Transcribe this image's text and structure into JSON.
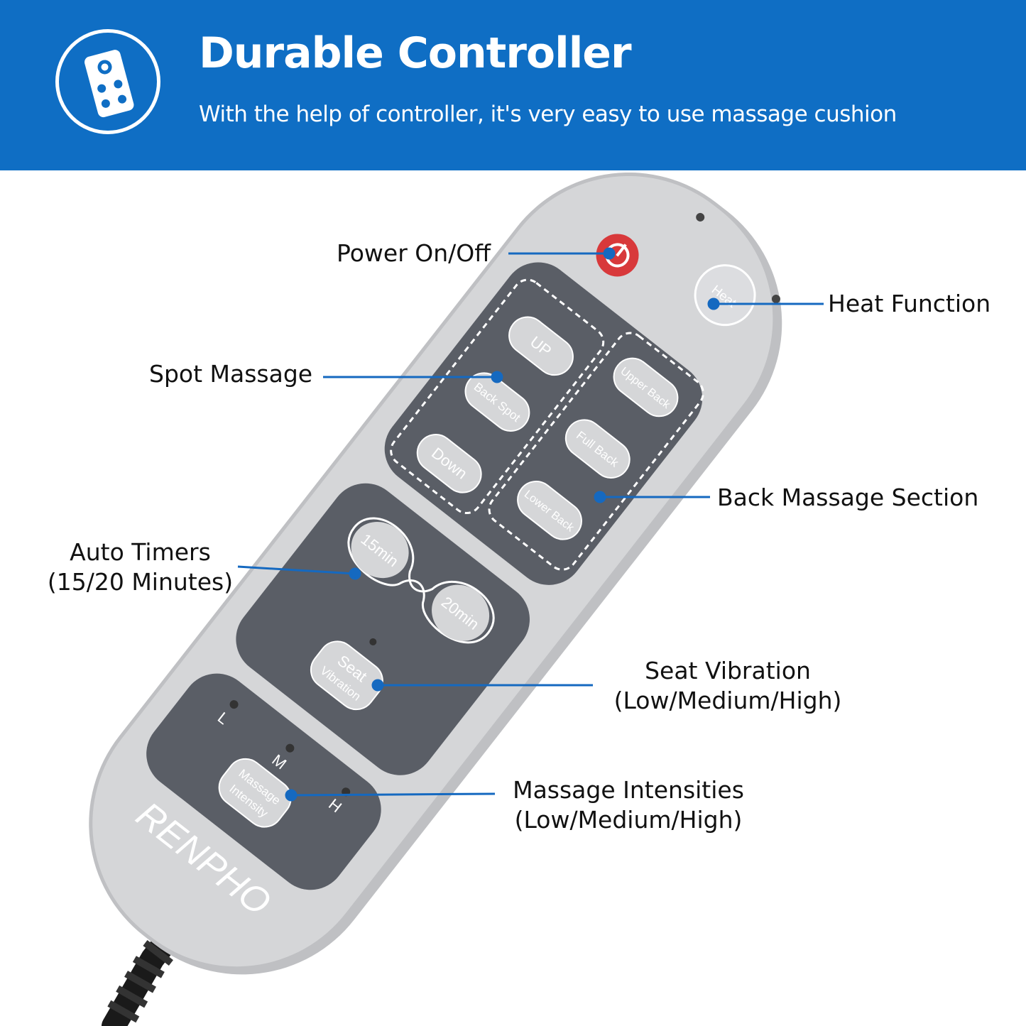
{
  "header": {
    "title": "Durable Controller",
    "subtitle": "With the help of controller, it's very easy to use massage cushion",
    "icon": "remote-control-icon",
    "background_color": "#0f6ec4"
  },
  "controller": {
    "brand": "RENPHO",
    "buttons": {
      "heat": "Heat",
      "up": "UP",
      "back_spot": "Back Spot",
      "down": "Down",
      "upper_back": "Upper Back",
      "full_back": "Full Back",
      "lower_back": "Lower Back",
      "timer_15": "15min",
      "timer_20": "20min",
      "seat_vibration_1": "Seat",
      "seat_vibration_2": "Vibration",
      "massage_intensity_1": "Massage",
      "massage_intensity_2": "Intensity"
    },
    "levels": [
      "L",
      "M",
      "H"
    ],
    "body_color": "#d4d5d7",
    "panel_color": "#5a5e66",
    "power_color": "#d8393b"
  },
  "callouts": {
    "power": "Power On/Off",
    "heat": "Heat Function",
    "spot": "Spot Massage",
    "back": "Back Massage Section",
    "timers_1": "Auto Timers",
    "timers_2": "(15/20 Minutes)",
    "seat_1": "Seat Vibration",
    "seat_2": "(Low/Medium/High)",
    "intensity_1": "Massage Intensities",
    "intensity_2": "(Low/Medium/High)",
    "line_color": "#1569c0"
  }
}
